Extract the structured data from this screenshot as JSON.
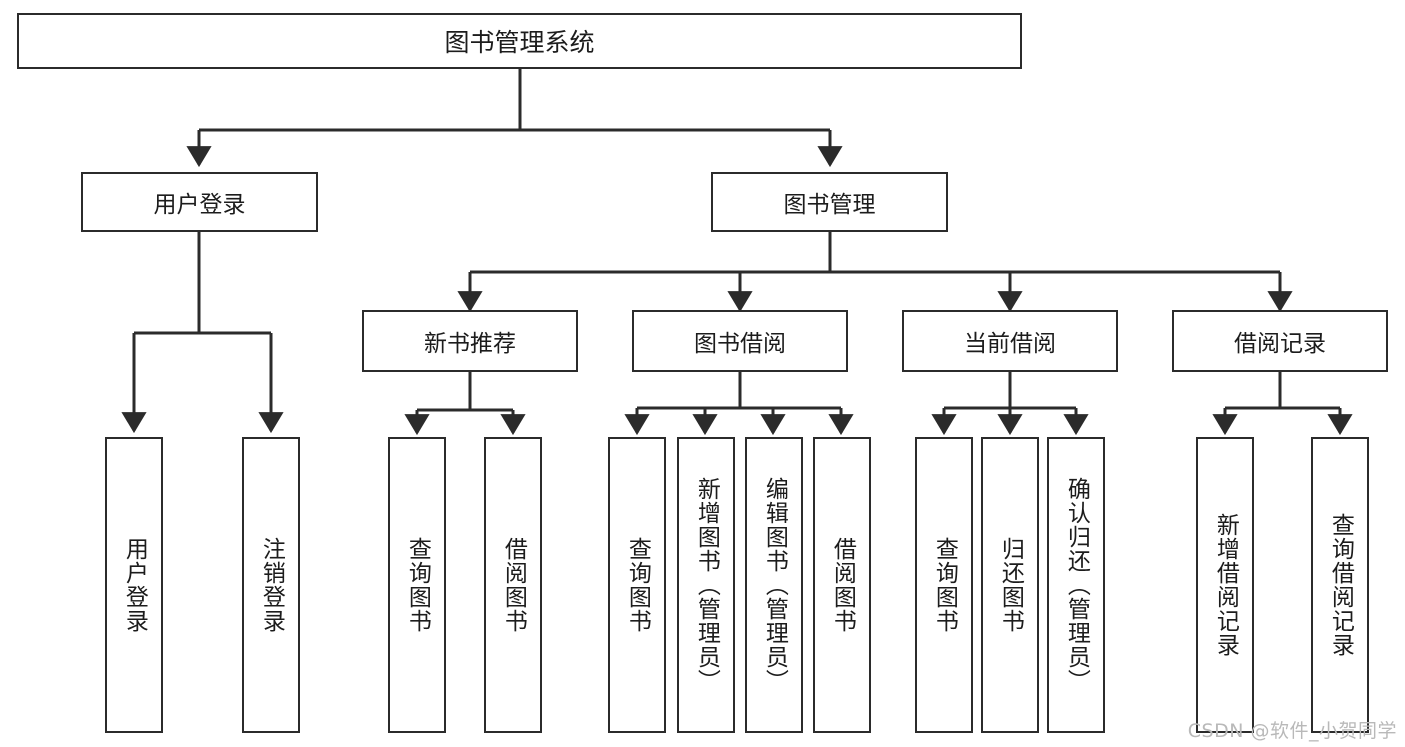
{
  "diagram": {
    "title": "图书管理系统",
    "type": "tree-hierarchy",
    "watermark": "CSDN @软件_小贺同学",
    "colors": {
      "background": "#ffffff",
      "box_border": "#2b2b2b",
      "box_fill": "#ffffff",
      "text": "#1c1c1c",
      "connector": "#2b2b2b",
      "watermark": "#b9b9b9"
    },
    "root": {
      "label": "图书管理系统"
    },
    "level2": [
      {
        "label": "用户登录"
      },
      {
        "label": "图书管理"
      }
    ],
    "level3": [
      {
        "label": "新书推荐"
      },
      {
        "label": "图书借阅"
      },
      {
        "label": "当前借阅"
      },
      {
        "label": "借阅记录"
      }
    ],
    "leaves": {
      "user_login": [
        {
          "label": "用户登录"
        },
        {
          "label": "注销登录"
        }
      ],
      "new_book_recommend": [
        {
          "label": "查询图书"
        },
        {
          "label": "借阅图书"
        }
      ],
      "book_borrow": [
        {
          "label": "查询图书"
        },
        {
          "label": "新增图书（管理员）"
        },
        {
          "label": "编辑图书（管理员）"
        },
        {
          "label": "借阅图书"
        }
      ],
      "current_borrow": [
        {
          "label": "查询图书"
        },
        {
          "label": "归还图书"
        },
        {
          "label": "确认归还（管理员）"
        }
      ],
      "borrow_record": [
        {
          "label": "新增借阅记录"
        },
        {
          "label": "查询借阅记录"
        }
      ]
    }
  }
}
